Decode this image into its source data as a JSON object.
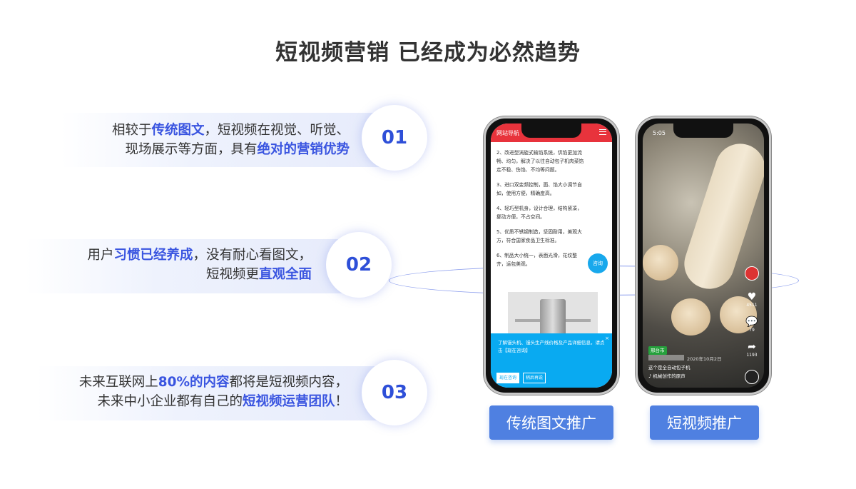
{
  "title": "短视频营销 已经成为必然趋势",
  "points": [
    {
      "number": "01",
      "lines": [
        [
          {
            "t": "相较于"
          },
          {
            "t": "传统图文",
            "hl": true
          },
          {
            "t": "，短视频在视觉、听觉、"
          }
        ],
        [
          {
            "t": "现场展示等方面，具有"
          },
          {
            "t": "绝对的营销优势",
            "hl": true
          }
        ]
      ]
    },
    {
      "number": "02",
      "lines": [
        [
          {
            "t": "用户"
          },
          {
            "t": "习惯已经养成",
            "hl": true
          },
          {
            "t": "，没有耐心看图文，"
          }
        ],
        [
          {
            "t": "短视频更"
          },
          {
            "t": "直观全面",
            "hl": true
          }
        ]
      ]
    },
    {
      "number": "03",
      "lines": [
        [
          {
            "t": "未来互联网上"
          },
          {
            "t": "80%的内容",
            "hl": true
          },
          {
            "t": "都将是短视频内容，"
          }
        ],
        [
          {
            "t": "未来中小企业都有自己的"
          },
          {
            "t": "短视频运营团队",
            "hl": true
          },
          {
            "t": "！"
          }
        ]
      ]
    }
  ],
  "phone1": {
    "header": "网站导航",
    "paragraphs": [
      "2、改进型涡旋式输馅系统，供馅更加流畅、均匀，解决了以往自动包子机肉菜馅走不稳、伤馅、不均等问题。",
      "3、进口双变频控制，面、馅大小调节自如，使用方便，精确度高。",
      "4、轻巧型机身，设计合理，结构紧凑，挪动方便，不占空间。",
      "5、优质不锈钢制造，坚固耐用，美观大方，符合国家食品卫生标准。",
      "6、制品大小统一，表面光滑，花纹整齐，运包美观。"
    ],
    "float_label": "咨询",
    "ad_text": "了解馒头机、馒头生产线价格及产品详细信息，请点击【现在咨询】",
    "ad_close": "×",
    "ad_buttons": [
      "现在咨询",
      "稍后再说"
    ]
  },
  "phone2": {
    "time": "5:05",
    "likes": "4511",
    "comments": "79",
    "shares": "1193",
    "location": "邢台市",
    "date": "2020年10月2日",
    "caption": "这个是全自动包子机",
    "music": "机械创作的原声"
  },
  "buttons": {
    "traditional": "传统图文推广",
    "short_video": "短视频推广"
  },
  "colors": {
    "accent": "#3a55e0",
    "button": "#4f80e1",
    "header_red": "#e8333c",
    "ad_blue": "#09aaf1"
  }
}
